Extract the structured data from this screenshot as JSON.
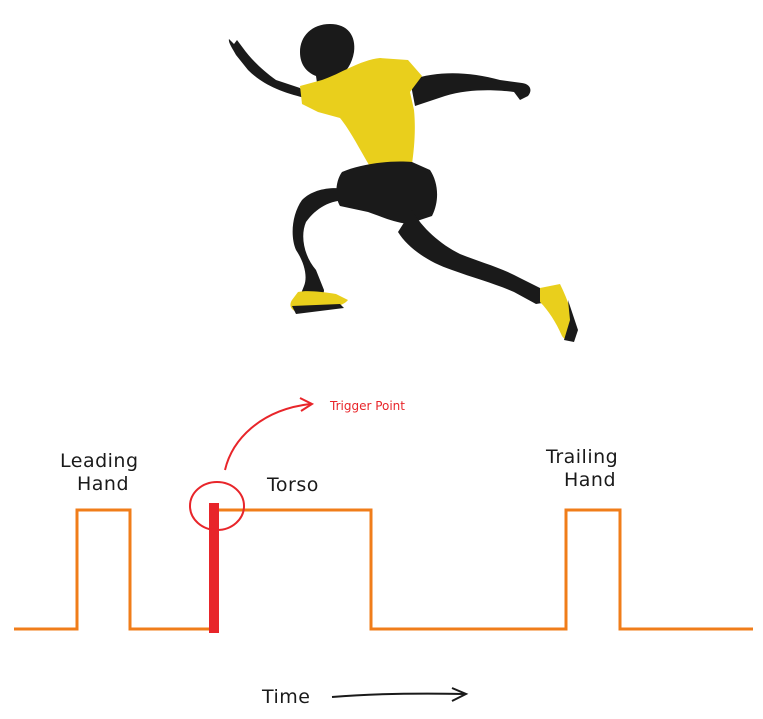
{
  "labels": {
    "leading_hand_line1": "Leading",
    "leading_hand_line2": "Hand",
    "torso": "Torso",
    "trailing_hand_line1": "Trailing",
    "trailing_hand_line2": "Hand",
    "trigger_point": "Trigger Point",
    "time_axis": "Time"
  },
  "signal": {
    "pulses": [
      "Leading Hand",
      "Torso",
      "Trailing Hand"
    ]
  },
  "colors": {
    "signal": "#f07d1a",
    "trigger": "#e8252a",
    "shirt": "#e9cf1c",
    "silhouette": "#1a1a1a",
    "text": "#1a1a1a"
  },
  "figure": {
    "icon": "runner-silhouette-icon"
  }
}
